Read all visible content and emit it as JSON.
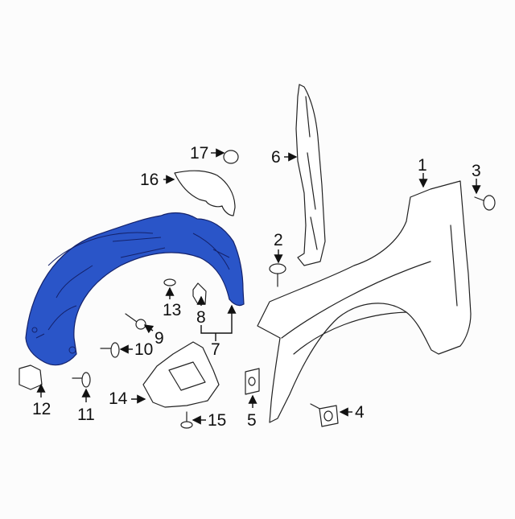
{
  "diagram": {
    "title": "Fender & Components exploded view",
    "highlight_color": "#2a55c8",
    "background": "#fcfcfc",
    "parts": [
      {
        "num": "1",
        "name": "fender",
        "highlighted": false
      },
      {
        "num": "2",
        "name": "fender-bolt",
        "highlighted": false
      },
      {
        "num": "3",
        "name": "fender-bolt-rear",
        "highlighted": false
      },
      {
        "num": "4",
        "name": "lower-stud",
        "highlighted": false
      },
      {
        "num": "5",
        "name": "pad",
        "highlighted": false
      },
      {
        "num": "6",
        "name": "fender-seal-bracket",
        "highlighted": false
      },
      {
        "num": "7",
        "name": "fender-liner",
        "highlighted": true
      },
      {
        "num": "8",
        "name": "clip-nut",
        "highlighted": false
      },
      {
        "num": "9",
        "name": "bolt",
        "highlighted": false
      },
      {
        "num": "10",
        "name": "pin",
        "highlighted": false
      },
      {
        "num": "11",
        "name": "pin-lower",
        "highlighted": false
      },
      {
        "num": "12",
        "name": "retainer",
        "highlighted": false
      },
      {
        "num": "13",
        "name": "grommet",
        "highlighted": false
      },
      {
        "num": "14",
        "name": "splash-shield-bracket",
        "highlighted": false
      },
      {
        "num": "15",
        "name": "push-pin",
        "highlighted": false
      },
      {
        "num": "16",
        "name": "insulator",
        "highlighted": false
      },
      {
        "num": "17",
        "name": "retainer-clip",
        "highlighted": false
      }
    ]
  },
  "labels": {
    "l1": "1",
    "l2": "2",
    "l3": "3",
    "l4": "4",
    "l5": "5",
    "l6": "6",
    "l7": "7",
    "l8": "8",
    "l9": "9",
    "l10": "10",
    "l11": "11",
    "l12": "12",
    "l13": "13",
    "l14": "14",
    "l15": "15",
    "l16": "16",
    "l17": "17"
  }
}
